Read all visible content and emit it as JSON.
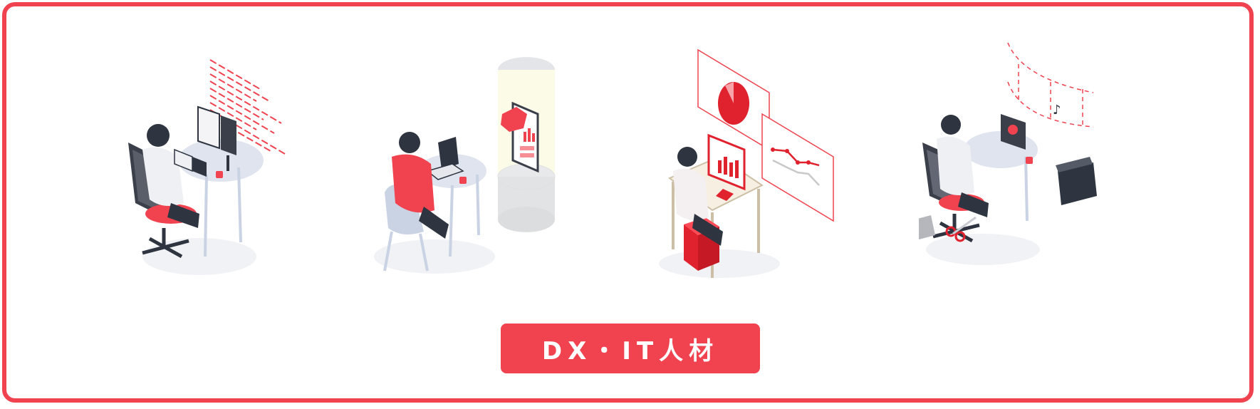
{
  "theme": {
    "accent": "#f0434f",
    "dark": "#2e3440",
    "lightGray": "#e9eaee",
    "blueGray": "#c9d3e4"
  },
  "illustrations": [
    {
      "icon": "developer-at-monitor-code-lines"
    },
    {
      "icon": "person-laptop-mobile-app"
    },
    {
      "icon": "analyst-pie-chart-line-graph"
    },
    {
      "icon": "video-editor-film-clapperboard"
    }
  ],
  "label": {
    "text": "DX・IT人材"
  }
}
